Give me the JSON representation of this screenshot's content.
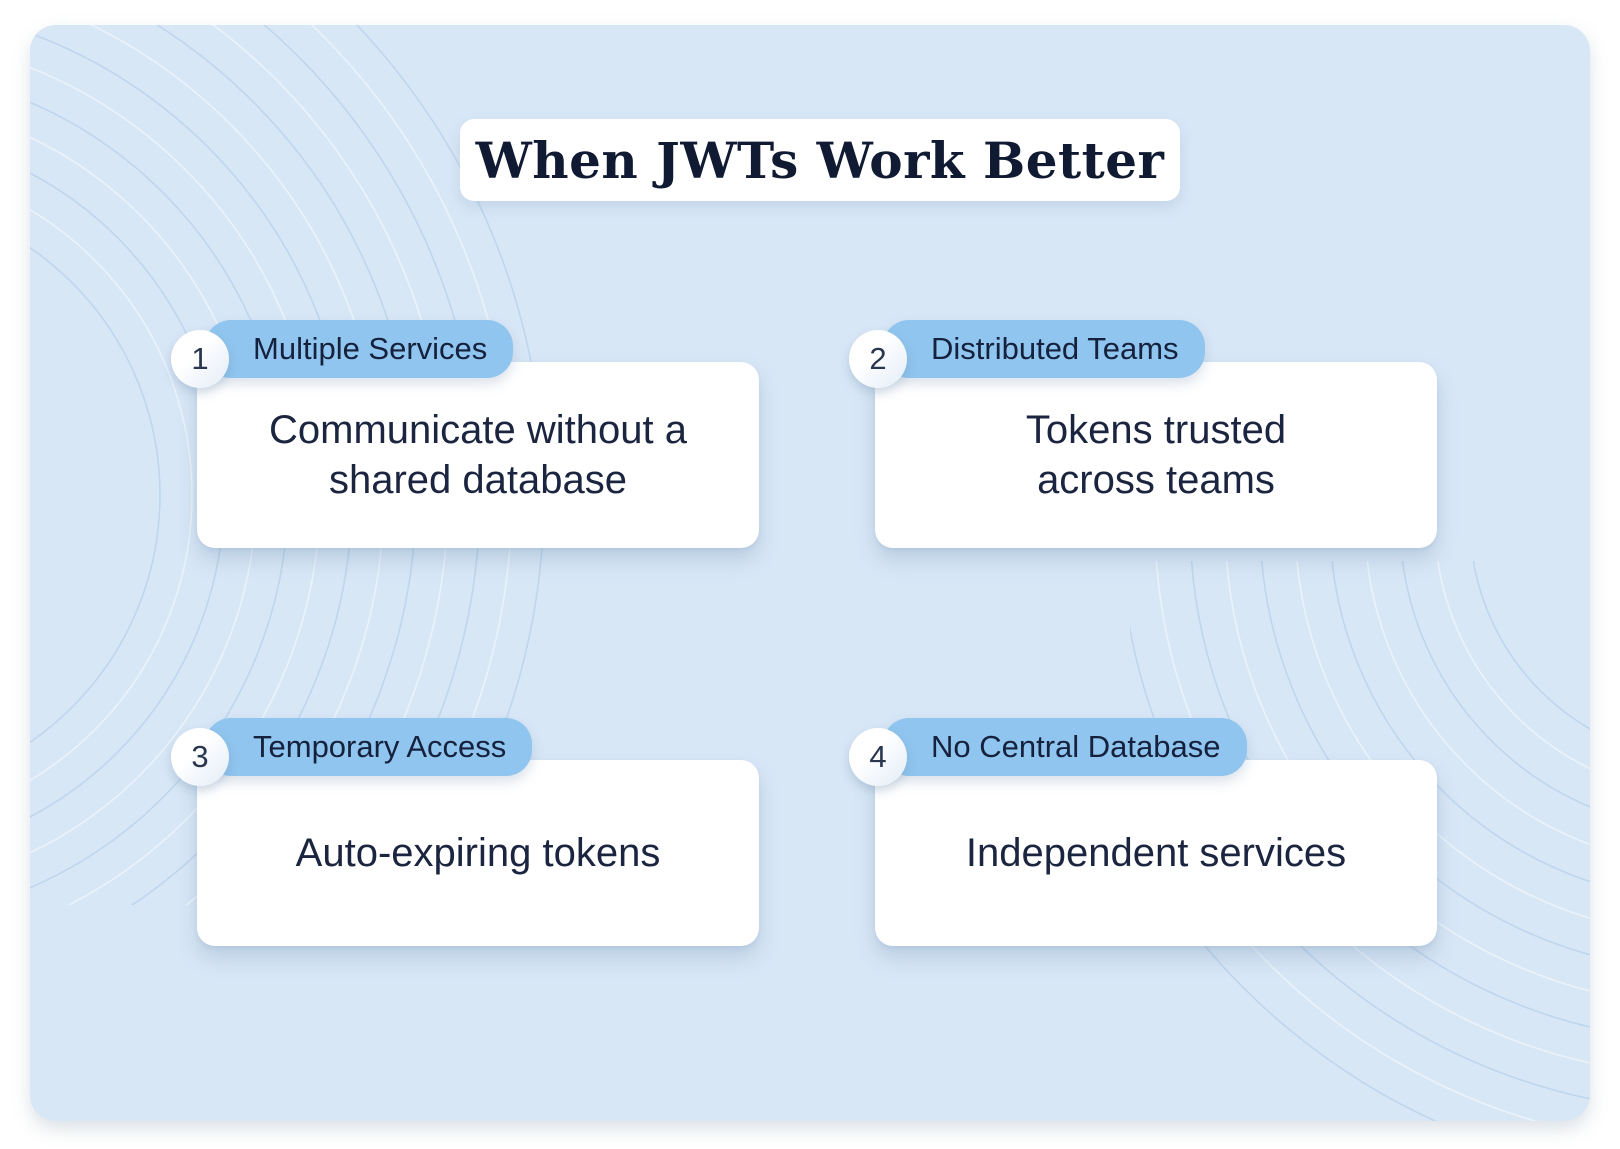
{
  "title": "When JWTs Work Better",
  "cards": [
    {
      "number": "1",
      "label": "Multiple Services",
      "description": "Communicate without a\nshared database"
    },
    {
      "number": "2",
      "label": "Distributed Teams",
      "description": "Tokens trusted\nacross teams"
    },
    {
      "number": "3",
      "label": "Temporary Access",
      "description": "Auto-expiring tokens"
    },
    {
      "number": "4",
      "label": "No Central Database",
      "description": "Independent services"
    }
  ],
  "colors": {
    "panel_bg": "#d8e7f6",
    "pill_bg": "#8fc5ee",
    "card_bg": "#ffffff",
    "title_text": "#101b33",
    "body_text": "#1b2540",
    "arc_line": "#bcd4ec"
  }
}
